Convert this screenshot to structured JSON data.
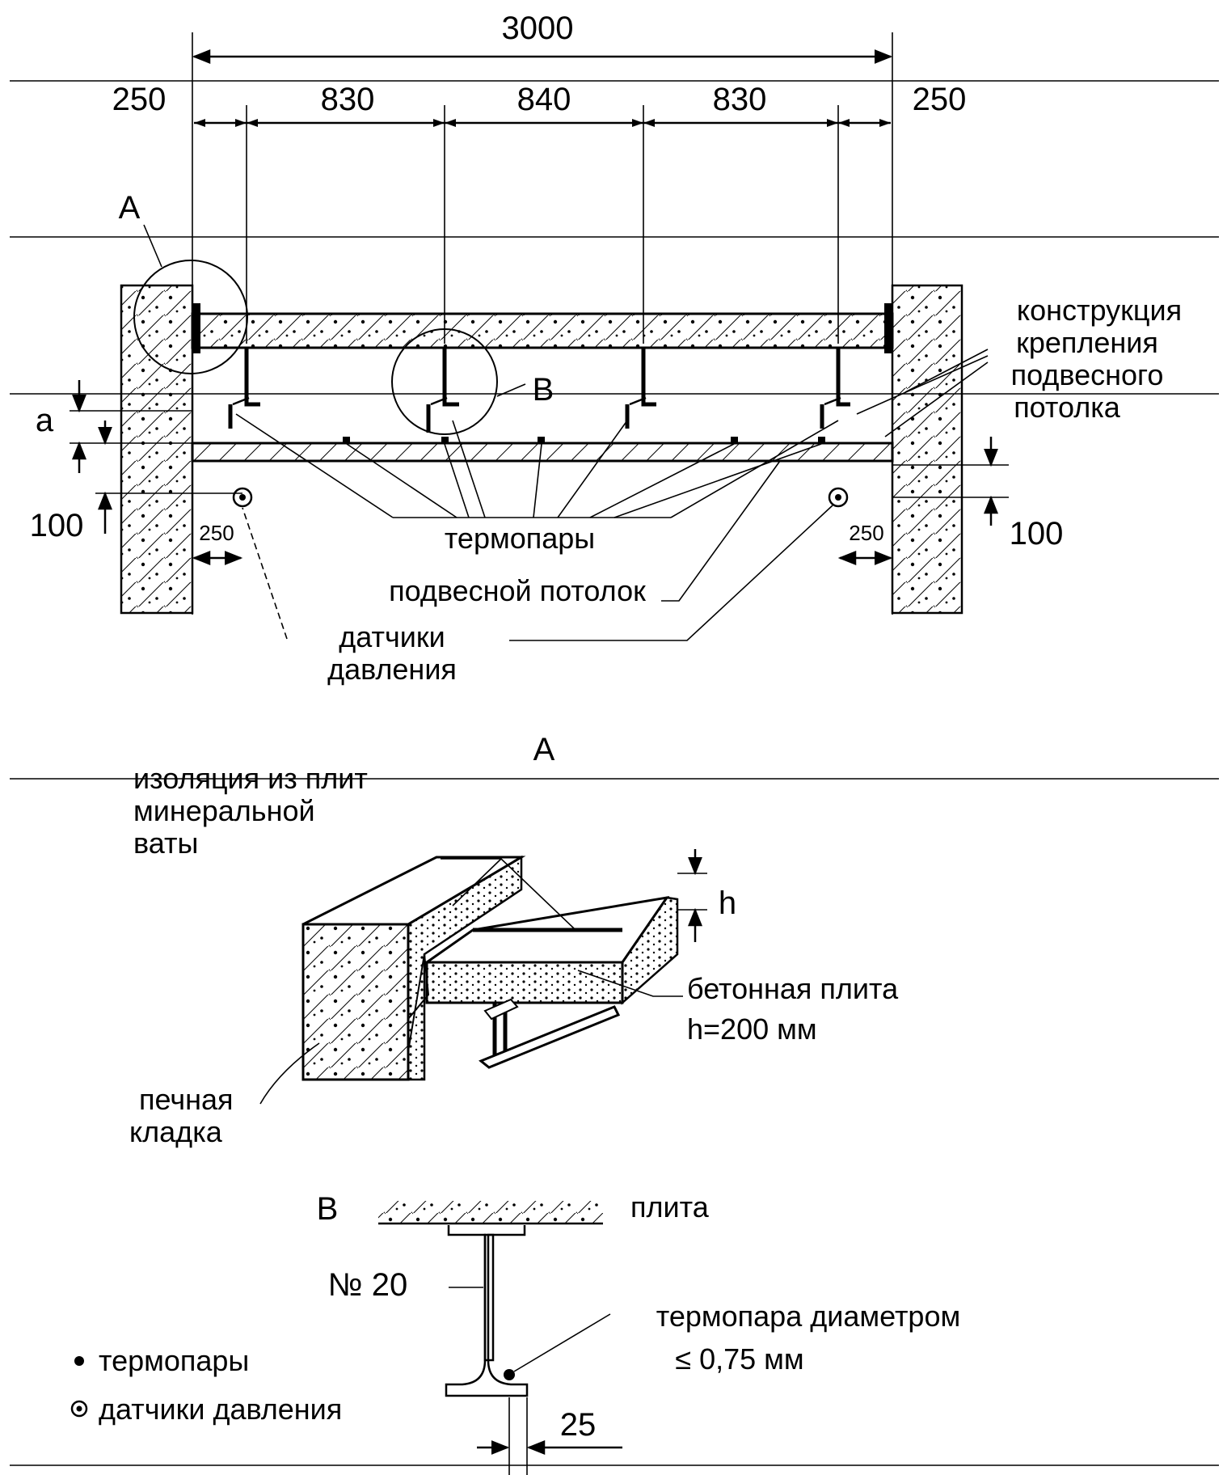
{
  "main_view": {
    "dim_total": "3000",
    "dim_left_offset": "250",
    "dim_right_offset": "250",
    "dim_span_1": "830",
    "dim_span_2": "840",
    "dim_span_3": "830",
    "callout_a": "A",
    "callout_b": "B",
    "dim_a": "a",
    "dim_100_left": "100",
    "dim_100_right": "100",
    "dim_250_left_bottom": "250",
    "dim_250_right_bottom": "250",
    "label_thermocouples": "термопары",
    "label_suspended_ceiling": "подвесной потолок",
    "label_pressure_sensors_line1": "датчики",
    "label_pressure_sensors_line2": "давления",
    "label_mount_line1": "конструкция",
    "label_mount_line2": "крепления",
    "label_mount_line3": "подвесного",
    "label_mount_line4": "потолка"
  },
  "detail_a": {
    "title": "A",
    "label_insulation_line1": "изоляция из плит",
    "label_insulation_line2": "минеральной",
    "label_insulation_line3": "ваты",
    "label_h": "h",
    "label_slab_line1": "бетонная плита",
    "label_slab_line2": "h=200 мм",
    "label_masonry_line1": "печная",
    "label_masonry_line2": "кладка"
  },
  "detail_b": {
    "title": "B",
    "label_slab": "плита",
    "label_beam": "№ 20",
    "label_tc_line1": "термопара диаметром",
    "label_tc_line2": "≤ 0,75 мм",
    "dim_25": "25"
  },
  "legend": {
    "thermocouples": "термопары",
    "pressure_sensors": "датчики давления"
  }
}
